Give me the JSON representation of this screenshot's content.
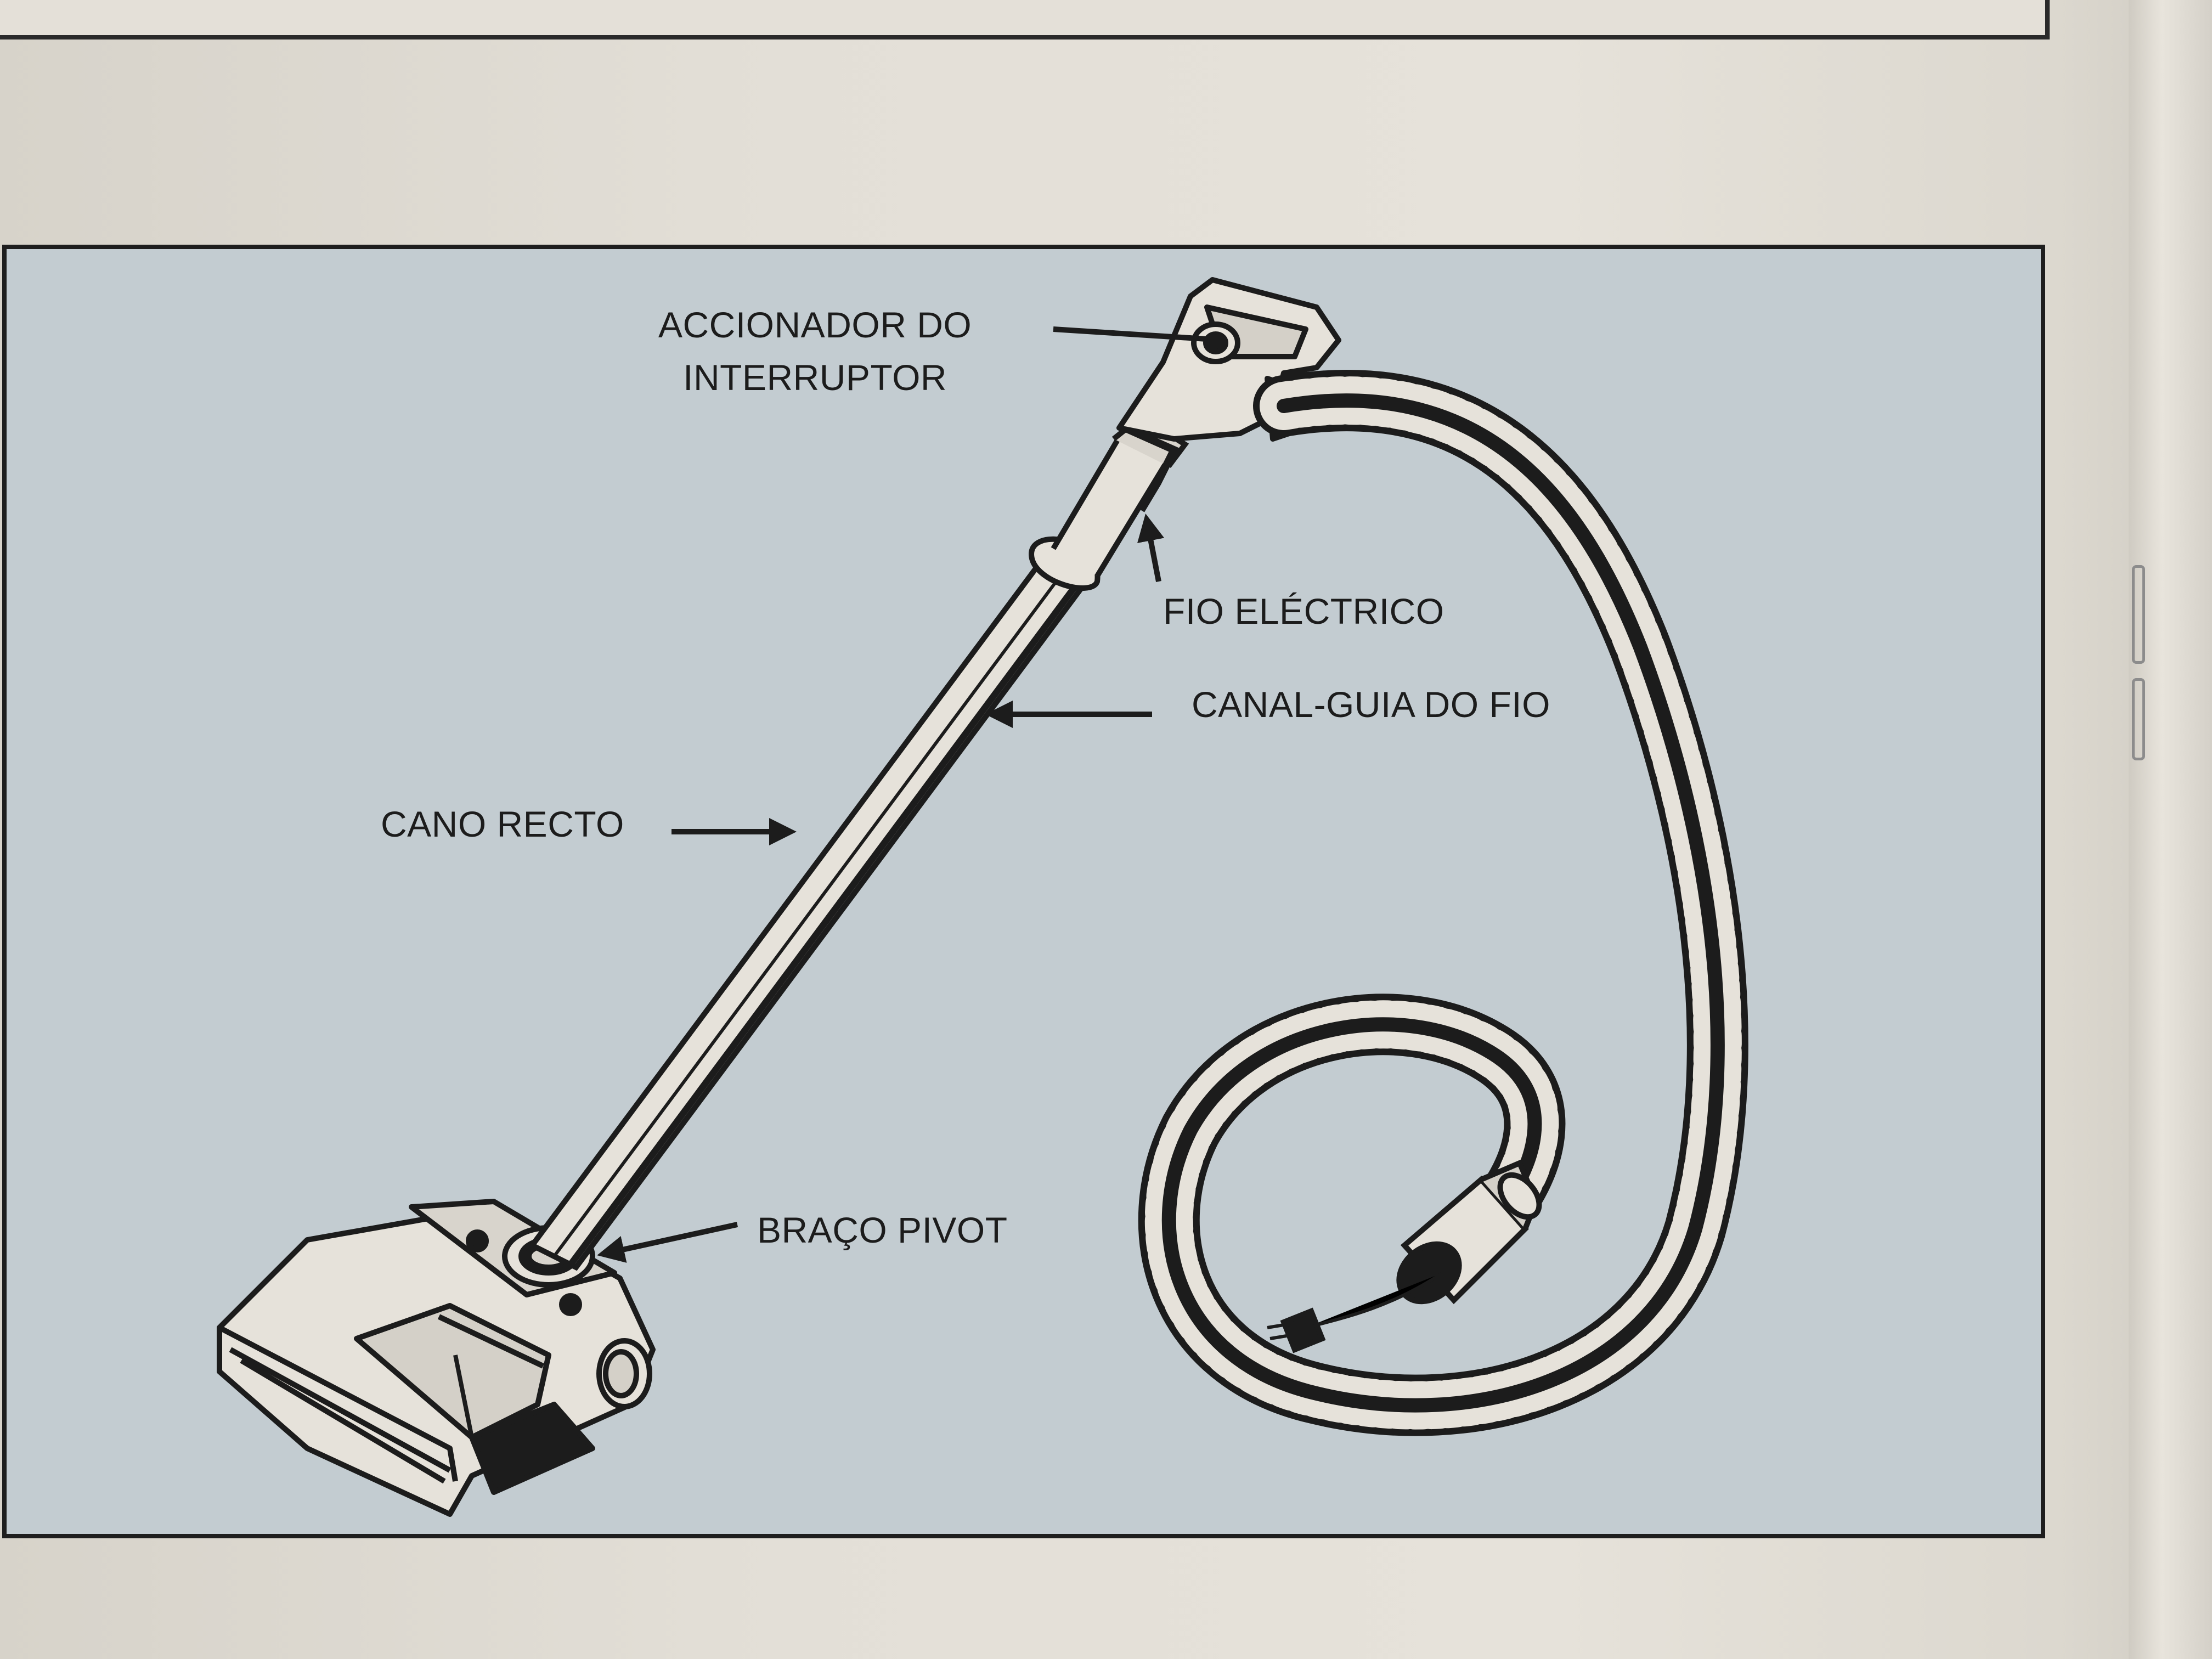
{
  "figure": {
    "labels": {
      "switch": "ACCIONADOR DO\nINTERRUPTOR",
      "cord": "FIO ELÉCTRICO",
      "cord_guide": "CANAL-GUIA DO FIO",
      "wand": "CANO RECTO",
      "pivot": "BRAÇO PIVOT"
    },
    "colors": {
      "panel": "#c3ccd1",
      "ink": "#1c1c1c",
      "paper": "#e4e0d8"
    }
  }
}
